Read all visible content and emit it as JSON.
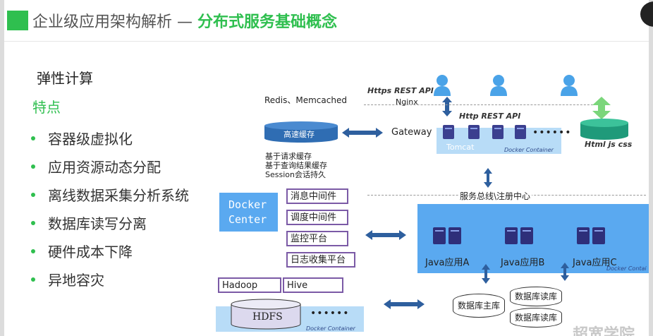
{
  "header": {
    "title_prefix": "企业级应用架构解析 — ",
    "title_highlight": "分布式服务基础概念"
  },
  "left": {
    "heading": "弹性计算",
    "subheading": "特点",
    "bullets": [
      "容器级虚拟化",
      "应用资源动态分配",
      "离线数据采集分析系统",
      "数据库读写分离",
      "硬件成本下降",
      "异地容灾"
    ]
  },
  "diagram": {
    "cache_top_label": "Redis、Memcached",
    "cache_cylinder": "高速缓存",
    "cache_notes": [
      "基于请求缓存",
      "基于查询结果缓存",
      "Session会话持久"
    ],
    "https_api": "Https REST API",
    "nginx": "Nginx",
    "http_api": "Http REST API",
    "gateway": "Gateway",
    "tomcat": "Tomcat",
    "docker_container": "Docker Container",
    "ellipsis": "••••••",
    "static_label": "Html js css",
    "bus_label": "服务总线\\注册中心",
    "docker_center": [
      "Docker",
      "Center"
    ],
    "middleware": [
      "消息中间件",
      "调度中间件",
      "监控平台",
      "日志收集平台"
    ],
    "apps": [
      "Java应用A",
      "Java应用B",
      "Java应用C"
    ],
    "apps_container": "Docker Contai",
    "hadoop": "Hadoop",
    "hive": "Hive",
    "hdfs": "HDFS",
    "db_master": "数据库主库",
    "db_read_1": "数据库读库",
    "db_read_2": "数据库读库",
    "watermark": "超宽学院"
  },
  "colors": {
    "accent": "#2fbf4f",
    "panel_blue": "#5aa9f0",
    "panel_light": "#b8dcf7",
    "cylinder_blue": "#2f6db3",
    "arrow": "#2e5f9e",
    "box_border": "#7b5aa6"
  }
}
